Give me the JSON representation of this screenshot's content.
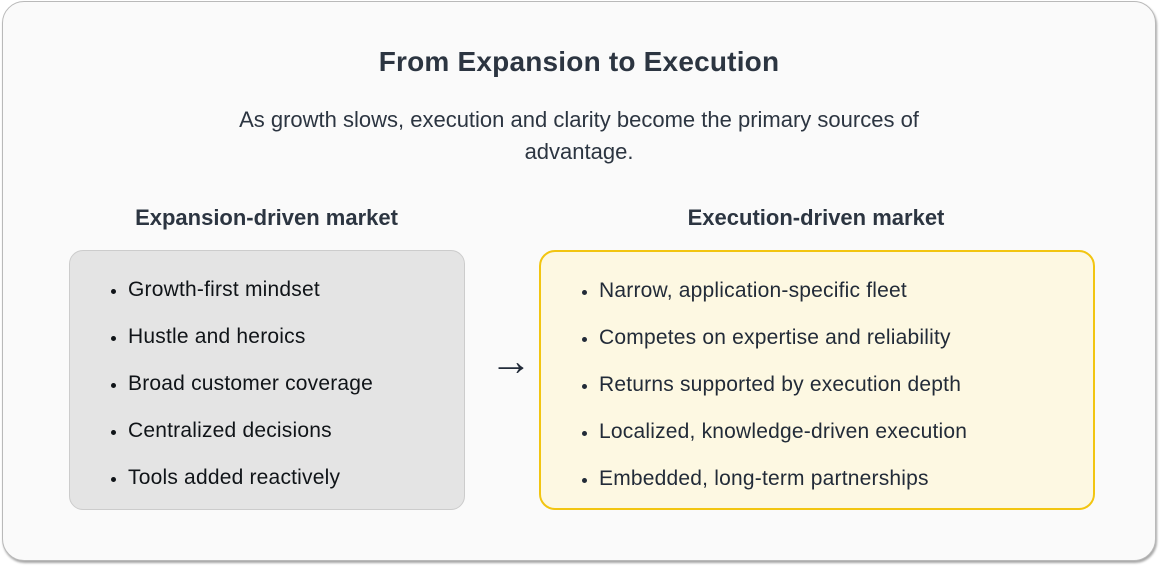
{
  "card": {
    "title": "From Expansion to Execution",
    "subtitle": "As growth slows, execution and clarity become the primary sources of advantage."
  },
  "left_panel": {
    "heading": "Expansion-driven market",
    "items": [
      "Growth-first mindset",
      "Hustle and heroics",
      "Broad customer coverage",
      "Centralized decisions",
      "Tools added reactively"
    ]
  },
  "arrow": {
    "glyph": "→"
  },
  "right_panel": {
    "heading": "Execution-driven market",
    "items": [
      "Narrow, application-specific fleet",
      "Competes on expertise and reliability",
      "Returns supported by execution depth",
      "Localized, knowledge-driven execution",
      "Embedded, long-term partnerships"
    ]
  },
  "colors": {
    "card_background": "#fafafa",
    "heading_text": "#2c3541",
    "left_box_fill": "#e4e4e4",
    "left_box_border": "#cccccc",
    "left_text": "#101418",
    "right_box_fill": "#fdf8e2",
    "right_box_border": "#f2c511",
    "right_text": "#222b38",
    "arrow": "#232c3a"
  }
}
